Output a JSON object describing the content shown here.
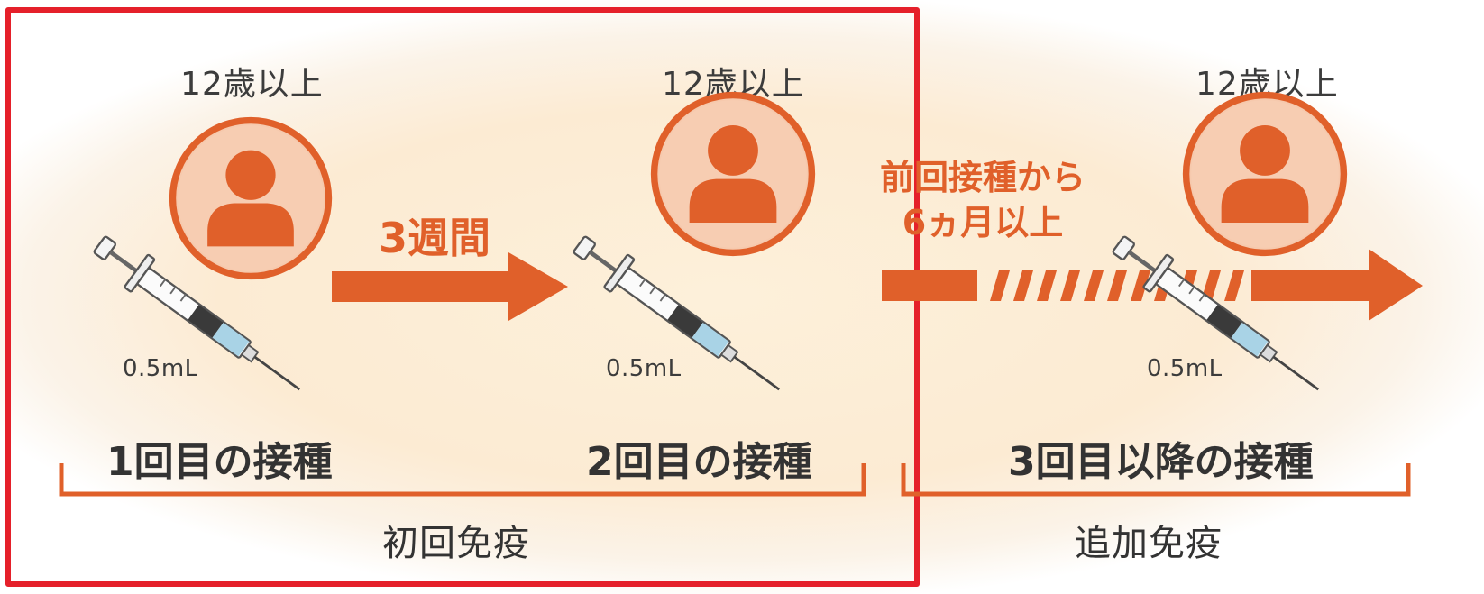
{
  "colors": {
    "accent": "#e0602a",
    "frame": "#e5202a",
    "background": "#fcebd3",
    "text": "#333333"
  },
  "stages": [
    {
      "age": "12歳以上",
      "dose": "0.5mL",
      "label": "1回目の接種",
      "icon": "person-icon"
    },
    {
      "age": "12歳以上",
      "dose": "0.5mL",
      "label": "2回目の接種",
      "icon": "person-icon"
    },
    {
      "age": "12歳以上",
      "dose": "0.5mL",
      "label": "3回目以降の接種",
      "icon": "person-icon"
    }
  ],
  "intervals": [
    {
      "text": "3週間"
    },
    {
      "line1": "前回接種から",
      "line2": "6ヵ月以上"
    }
  ],
  "groups": [
    {
      "label": "初回免疫",
      "highlighted": true
    },
    {
      "label": "追加免疫",
      "highlighted": false
    }
  ]
}
